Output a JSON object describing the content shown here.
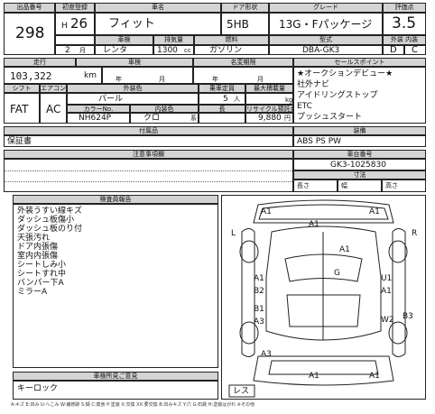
{
  "header": {
    "lot_no_label": "出品番号",
    "lot_no": "298",
    "first_reg_label": "初度登録",
    "era_prefix": "H",
    "year": "26",
    "month": "2",
    "month_unit": "月",
    "car_name_label": "車名",
    "car_name": "フィット",
    "door_label": "ドア形状",
    "door": "5HB",
    "grade_label": "グレード",
    "grade": "13G・Fパッケージ",
    "score_label": "評価点",
    "score": "3.5",
    "inspection_label": "車検",
    "inspection": "レンタ",
    "displacement_label": "排気量",
    "displacement": "1300",
    "displacement_unit": "cc",
    "fuel_label": "燃料",
    "fuel": "ガソリン",
    "model_label": "型式",
    "model": "DBA-GK3",
    "ext_int_label": "外装 内装",
    "exterior_grade": "D",
    "interior_grade": "C"
  },
  "details": {
    "mileage_label": "走行",
    "mileage": "103,322",
    "mileage_unit": "km",
    "inspection_expiry_label": "車検",
    "year_unit": "年",
    "month_unit": "月",
    "owner_label": "名変期限",
    "color_label": "外装色",
    "color": "パール",
    "seats_label": "乗車定員",
    "seats": "5",
    "seats_unit": "人",
    "load_label": "最大積載量",
    "load_unit": "kg",
    "shift_label": "シフト",
    "shift": "FAT",
    "ac_label": "エアコン",
    "ac": "AC",
    "color_no_label": "カラーNo.",
    "color_no": "NH624P",
    "interior_color_label": "内装色",
    "interior_color": "クロ",
    "interior_color_suffix": "系",
    "length_label": "長",
    "recycle_label": "リサイクル預託金",
    "recycle": "9,880",
    "recycle_unit": "円",
    "docs_label": "付属品",
    "docs": "保証書"
  },
  "sales_points": {
    "label": "セールスポイント",
    "items": [
      "★オークションデビュー★",
      "社外ナビ",
      "アイドリングストップ",
      "ETC",
      "プッシュスタート"
    ]
  },
  "equipment": {
    "label": "装備",
    "value": "ABS PS PW"
  },
  "notes": {
    "label": "注意事項欄"
  },
  "chassis": {
    "label": "車台番号",
    "value": "GK3-1025830"
  },
  "dims": {
    "label": "寸法",
    "length": "長さ",
    "width": "幅",
    "height": "高さ"
  },
  "inspector": {
    "label": "検査員報告",
    "lines": [
      "外装うすい線キズ",
      "ダッシュ板傷小",
      "ダッシュ板のり付",
      "天張汚れ",
      "ドア内張傷",
      "室内内張傷",
      "シートしみ小",
      "シートすれ中",
      "バンパー下A",
      "ミラーA"
    ]
  },
  "remarks": {
    "label": "車検所見ご意見",
    "value": "キーロック"
  },
  "footer": {
    "legend": "A:キズ E:凹み U:へこみ W:補修跡 S:錆 C:腐食 P:塗装 X:交換 XX:要交換 B:凹みキズ Y:穴 G:石跳 H:塗装はがれ ※その他",
    "damage_marks": {
      "front_left": "A1",
      "front_right": "A1",
      "front_bumper_mid": "A1",
      "hood": "A1",
      "glass_center": "G",
      "left_side_a": "A1",
      "left_side_b": "B2",
      "left_side_c": "B1",
      "left_side_d": "A3",
      "right_side_a": "U1",
      "right_side_b": "A1",
      "right_side_c": "W2",
      "right_rear": "B3",
      "rear_left": "A3",
      "rear_mid": "A1",
      "rear_right": "A1"
    },
    "left_tag": "L",
    "right_tag": "R",
    "spare_label": "レス"
  }
}
